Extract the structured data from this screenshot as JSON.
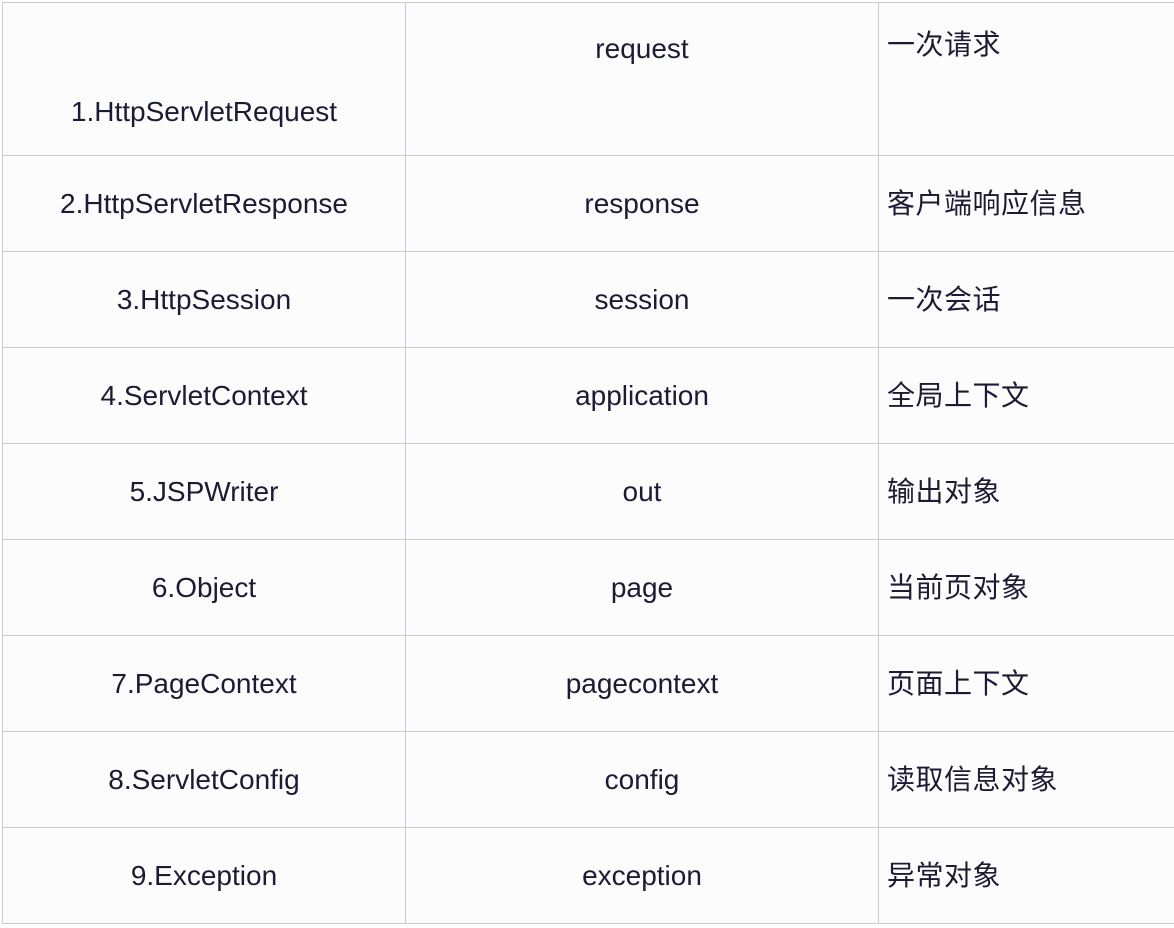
{
  "table": {
    "columns": [
      {
        "key": "class_name",
        "align": "center"
      },
      {
        "key": "implicit_object",
        "align": "center"
      },
      {
        "key": "description",
        "align": "left"
      }
    ],
    "rows": [
      {
        "class_name": "1.HttpServletRequest",
        "implicit_object": "request",
        "description": "一次请求"
      },
      {
        "class_name": "2.HttpServletResponse",
        "implicit_object": "response",
        "description": "客户端响应信息"
      },
      {
        "class_name": "3.HttpSession",
        "implicit_object": "session",
        "description": "一次会话"
      },
      {
        "class_name": "4.ServletContext",
        "implicit_object": "application",
        "description": "全局上下文"
      },
      {
        "class_name": "5.JSPWriter",
        "implicit_object": "out",
        "description": "输出对象"
      },
      {
        "class_name": "6.Object",
        "implicit_object": "page",
        "description": "当前页对象"
      },
      {
        "class_name": "7.PageContext",
        "implicit_object": "pagecontext",
        "description": "页面上下文"
      },
      {
        "class_name": "8.ServletConfig",
        "implicit_object": "config",
        "description": "读取信息对象"
      },
      {
        "class_name": "9.Exception",
        "implicit_object": "exception",
        "description": "异常对象"
      }
    ]
  },
  "style": {
    "border_color": "#c9cbd3",
    "text_color": "#1b1b33",
    "cell_background": "#fcfcfd",
    "page_background": "#ffffff"
  }
}
